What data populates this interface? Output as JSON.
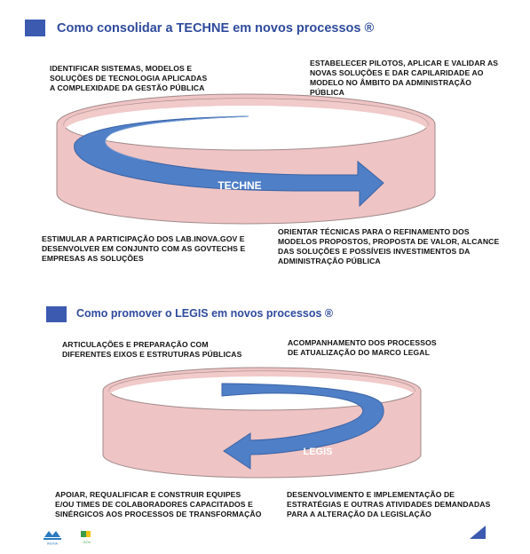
{
  "colors": {
    "accent": "#3b5ab0",
    "title": "#2e4a9c",
    "ring": "#efc4c4",
    "ring_stroke": "#a08a8a",
    "arrow": "#4f7fc6"
  },
  "techne": {
    "title": "Como consolidar a TECHNE  em novos processos ®",
    "label": "TECHNE",
    "top_left": [
      "IDENTIFICAR SISTEMAS, MODELOS E",
      "SOLUÇÕES DE TECNOLOGIA APLICADAS",
      "A COMPLEXIDADE DA GESTÃO PÚBLICA"
    ],
    "top_right": [
      "ESTABELECER PILOTOS, APLICAR E VALIDAR AS",
      "NOVAS SOLUÇÕES E DAR CAPILARIDADE AO",
      "MODELO  NO ÂMBITO DA ADMINISTRAÇÃO",
      "PÚBLICA"
    ],
    "bottom_left": [
      "ESTIMULAR A PARTICIPAÇÃO DOS LAB.INOVA.GOV E",
      "DESENVOLVER EM CONJUNTO COM AS GOVTECHS E",
      "EMPRESAS AS SOLUÇÕES"
    ],
    "bottom_right": [
      "ORIENTAR TÉCNICAS PARA O REFINAMENTO DOS",
      "MODELOS PROPOSTOS, PROPOSTA DE VALOR, ALCANCE",
      "DAS SOLUÇÕES E POSSÍVEIS INVESTIMENTOS DA",
      "ADMINISTRAÇÃO PÚBLICA"
    ]
  },
  "legis": {
    "title": "Como promover o LEGIS em novos processos ®",
    "label": "LEGIS",
    "top_left": [
      "ARTICULAÇÕES E PREPARAÇÃO COM",
      "DIFERENTES EIXOS E ESTRUTURAS PÚBLICAS"
    ],
    "top_right": [
      "ACOMPANHAMENTO DOS PROCESSOS",
      "DE ATUALIZAÇÃO DO MARCO LEGAL"
    ],
    "bottom_left": [
      "APOIAR, REQUALIFICAR E CONSTRUIR EQUIPES",
      "E/OU TIMES DE COLABORADORES CAPACITADOS E",
      "SINÉRGICOS AOS PROCESSOS DE TRANSFORMAÇÃO"
    ],
    "bottom_right": [
      "DESENVOLVIMENTO E IMPLEMENTAÇÃO DE",
      "ESTRATÉGIAS E OUTRAS ATIVIDADES DEMANDADAS",
      "PARA A ALTERAÇÃO DA LEGISLAÇÃO"
    ]
  },
  "footer": {
    "logo1": "INOVA",
    "logo2": "GOV"
  }
}
